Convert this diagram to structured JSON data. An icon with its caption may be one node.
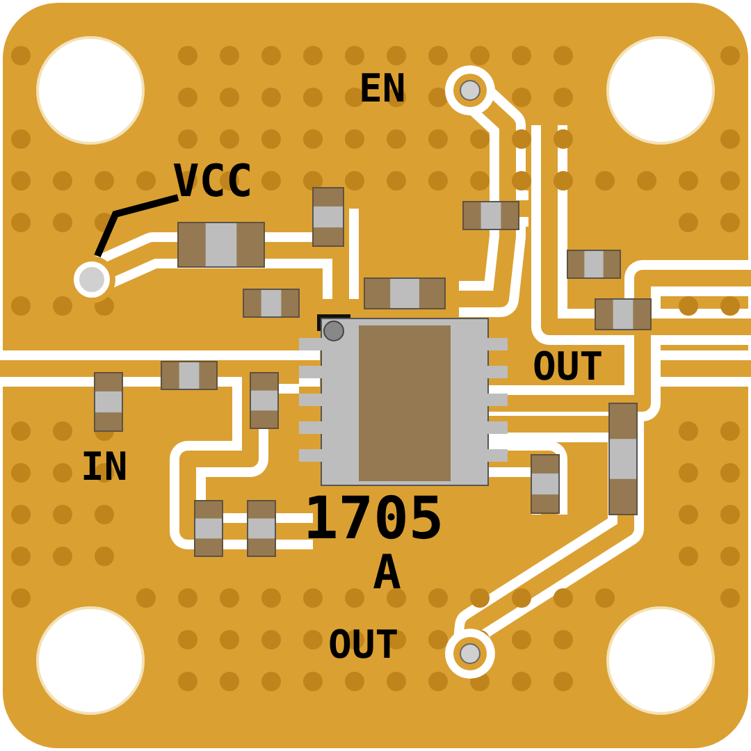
{
  "diagram": {
    "nodes": [
      {
        "text": [
          "VCC"
        ]
      },
      {
        "text": [],
        "shape": "circle"
      }
    ],
    "edges": [
      {
        "from": 0,
        "to": 1,
        "arrow": "none"
      }
    ],
    "labels": [
      "EN",
      "OUT",
      "IN",
      "1705",
      "A",
      "OUT"
    ]
  }
}
